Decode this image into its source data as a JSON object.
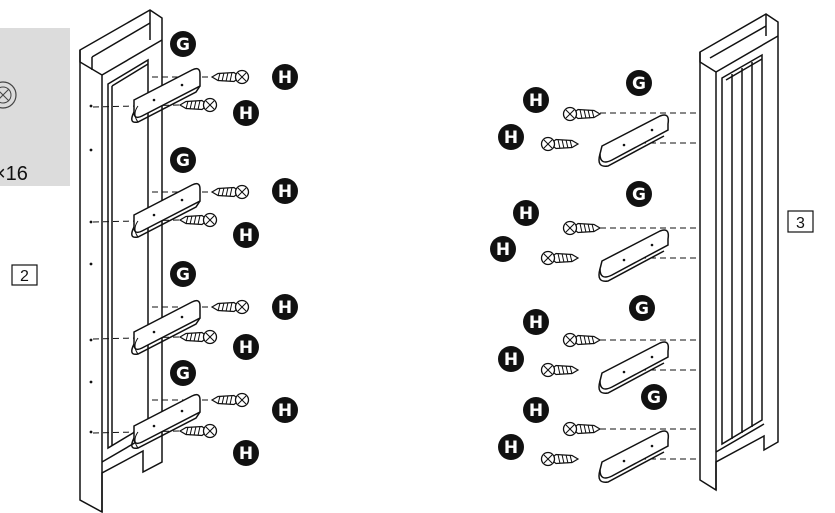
{
  "callout": {
    "count_text": "×16"
  },
  "panels": {
    "left": {
      "step_number": "2"
    },
    "right": {
      "step_number": "3"
    }
  },
  "parts": {
    "bracket_letter": "G",
    "screw_letter": "H"
  },
  "colors": {
    "line": "#111111",
    "badge": "#111111",
    "badge_text": "#ffffff",
    "callout_bg": "#dcdcdc"
  }
}
